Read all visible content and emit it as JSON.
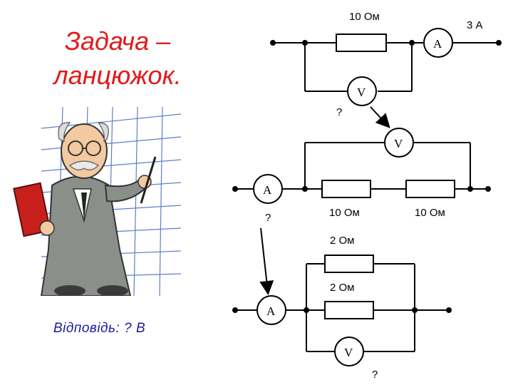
{
  "title": {
    "line1": "Задача –",
    "line2": "ланцюжок."
  },
  "answer": "Відповідь:  ? В",
  "circuit1": {
    "resistor": "10 Ом",
    "current": "3 А",
    "ammeter": "A",
    "voltmeter": "V",
    "unknown": "?"
  },
  "circuit2": {
    "voltmeter": "V",
    "ammeter": "A",
    "unknown": "?",
    "resistor_left": "10 Ом",
    "resistor_right": "10 Ом"
  },
  "circuit3": {
    "resistor_top": "2 Ом",
    "resistor_bottom": "2 Ом",
    "ammeter": "A",
    "voltmeter": "V",
    "unknown": "?"
  },
  "colors": {
    "title": "#e21a1a",
    "answer": "#1a1aa0"
  }
}
